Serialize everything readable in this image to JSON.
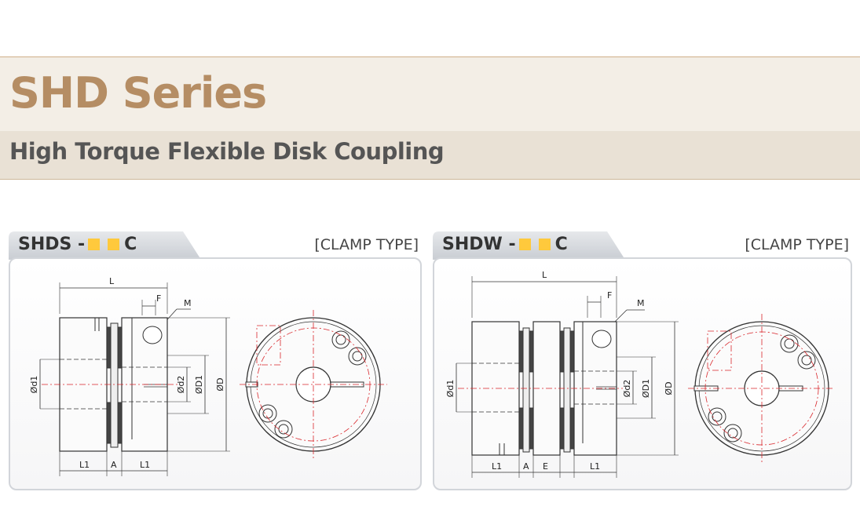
{
  "header": {
    "series_title": "SHD Series",
    "subtitle": "High Torque Flexible Disk Coupling"
  },
  "panels": [
    {
      "prefix": "SHDS -",
      "suffix": "C",
      "type_label": "[CLAMP TYPE]",
      "dims": {
        "L": "L",
        "F": "F",
        "M": "M",
        "d1": "Ød1",
        "d2": "Ød2",
        "D1": "ØD1",
        "D": "ØD",
        "L1a": "L1",
        "A": "A",
        "L1b": "L1"
      }
    },
    {
      "prefix": "SHDW -",
      "suffix": "C",
      "type_label": "[CLAMP TYPE]",
      "dims": {
        "L": "L",
        "F": "F",
        "M": "M",
        "d1": "Ød1",
        "d2": "Ød2",
        "D1": "ØD1",
        "D": "ØD",
        "L1a": "L1",
        "A": "A",
        "E": "E",
        "L1b": "L1"
      }
    }
  ],
  "colors": {
    "title": "#b58d64",
    "swatch": "#ffc93c",
    "center_line": "#d9262b"
  }
}
